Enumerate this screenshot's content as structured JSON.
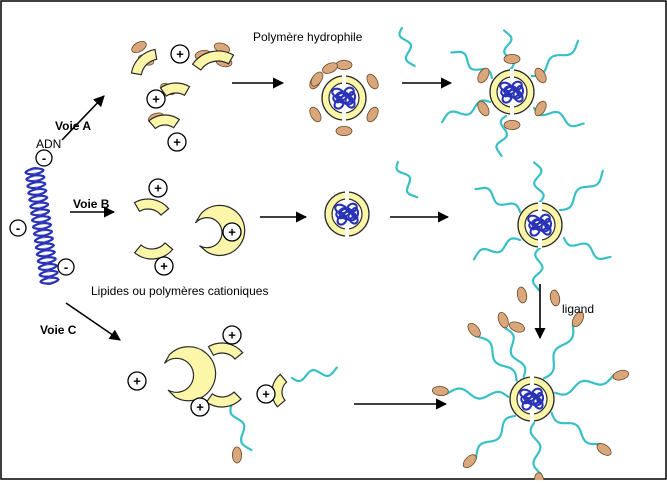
{
  "labels": {
    "hydrophilic_polymer": "Polymère hydrophile",
    "dna": "ADN",
    "route_a": "Voie A",
    "route_b": "Voie B",
    "route_c": "Voie C",
    "cationic": "Lipides ou polymères cationiques",
    "ligand": "ligand"
  },
  "signs": {
    "plus": "+",
    "minus": "-"
  },
  "colors": {
    "lipid_fill": "#fbf6a8",
    "lipid_stroke": "#2a2a2a",
    "polymer": "#39c0c6",
    "ligand_fill": "#d9a77b",
    "ligand_stroke": "#6a4a2a",
    "dna": "#2a33b8",
    "dna_light": "#8c91e8",
    "border": "#000000"
  }
}
